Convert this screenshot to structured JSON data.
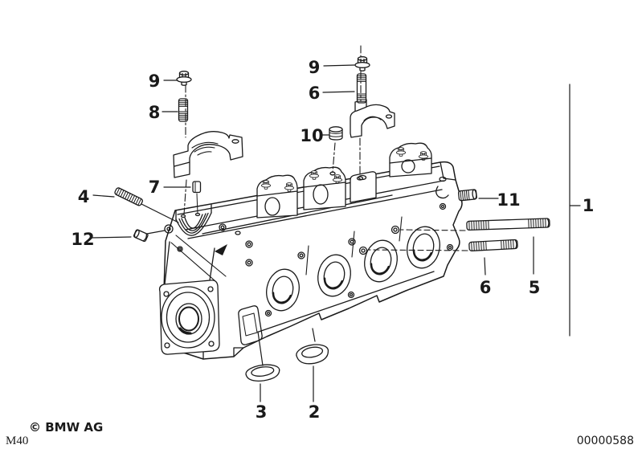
{
  "page": {
    "background": "#ffffff",
    "ink_color": "#1a1a1a"
  },
  "callouts": [
    {
      "text": "9"
    },
    {
      "text": "8"
    },
    {
      "text": "9"
    },
    {
      "text": "6"
    },
    {
      "text": "10"
    },
    {
      "text": "7"
    },
    {
      "text": "4"
    },
    {
      "text": "12"
    },
    {
      "text": "11"
    },
    {
      "text": "1"
    },
    {
      "text": "6"
    },
    {
      "text": "5"
    },
    {
      "text": "3"
    },
    {
      "text": "2"
    }
  ],
  "footer": {
    "copyright": "© BMW AG",
    "model_code": "M40",
    "doc_number": "00000588"
  }
}
